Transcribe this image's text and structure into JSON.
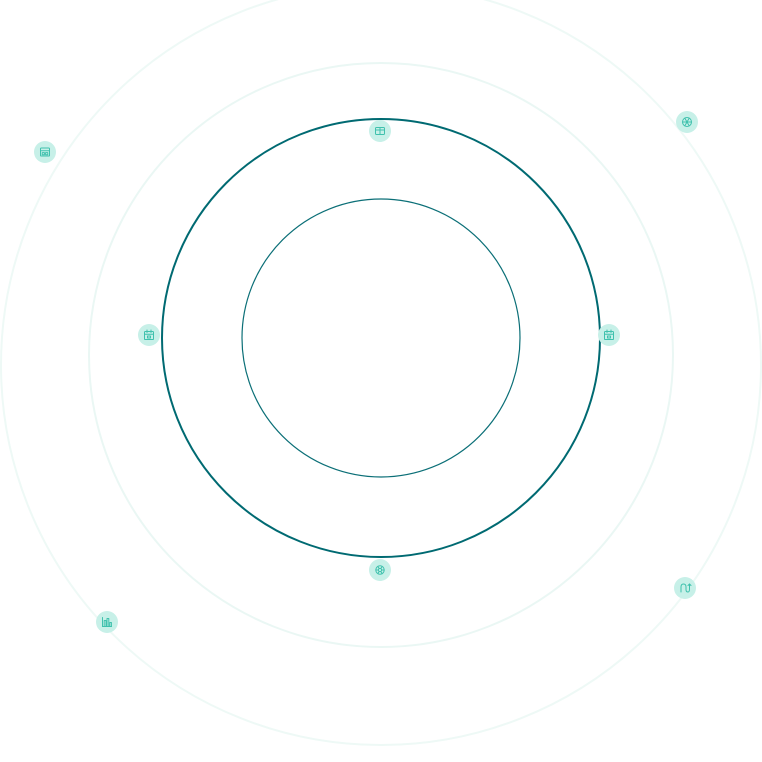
{
  "colors": {
    "ring_outer": "#eef9f6",
    "ring_middle": "#eaf7f4",
    "ring_large_dark": "#006a72",
    "ring_inner_dark": "#0b6f77",
    "node_fill": "#c7f0e8",
    "node_glyph": "#3fc1ad",
    "background": "#ffffff"
  },
  "rings": [
    {
      "name": "outer-ring",
      "color_key": "ring_outer"
    },
    {
      "name": "middle-ring",
      "color_key": "ring_middle"
    },
    {
      "name": "large-dark-ring",
      "color_key": "ring_large_dark"
    },
    {
      "name": "inner-dark-ring",
      "color_key": "ring_inner_dark"
    }
  ],
  "nodes": [
    {
      "name": "node-top-center",
      "icon": "window-icon"
    },
    {
      "name": "node-top-right",
      "icon": "aperture-icon"
    },
    {
      "name": "node-top-left",
      "icon": "layout-icon"
    },
    {
      "name": "node-mid-left",
      "icon": "calendar-icon"
    },
    {
      "name": "node-mid-right",
      "icon": "calendar-icon"
    },
    {
      "name": "node-bottom-center",
      "icon": "settings-icon"
    },
    {
      "name": "node-bottom-right",
      "icon": "route-icon"
    },
    {
      "name": "node-bottom-left",
      "icon": "bar-chart-icon"
    }
  ]
}
